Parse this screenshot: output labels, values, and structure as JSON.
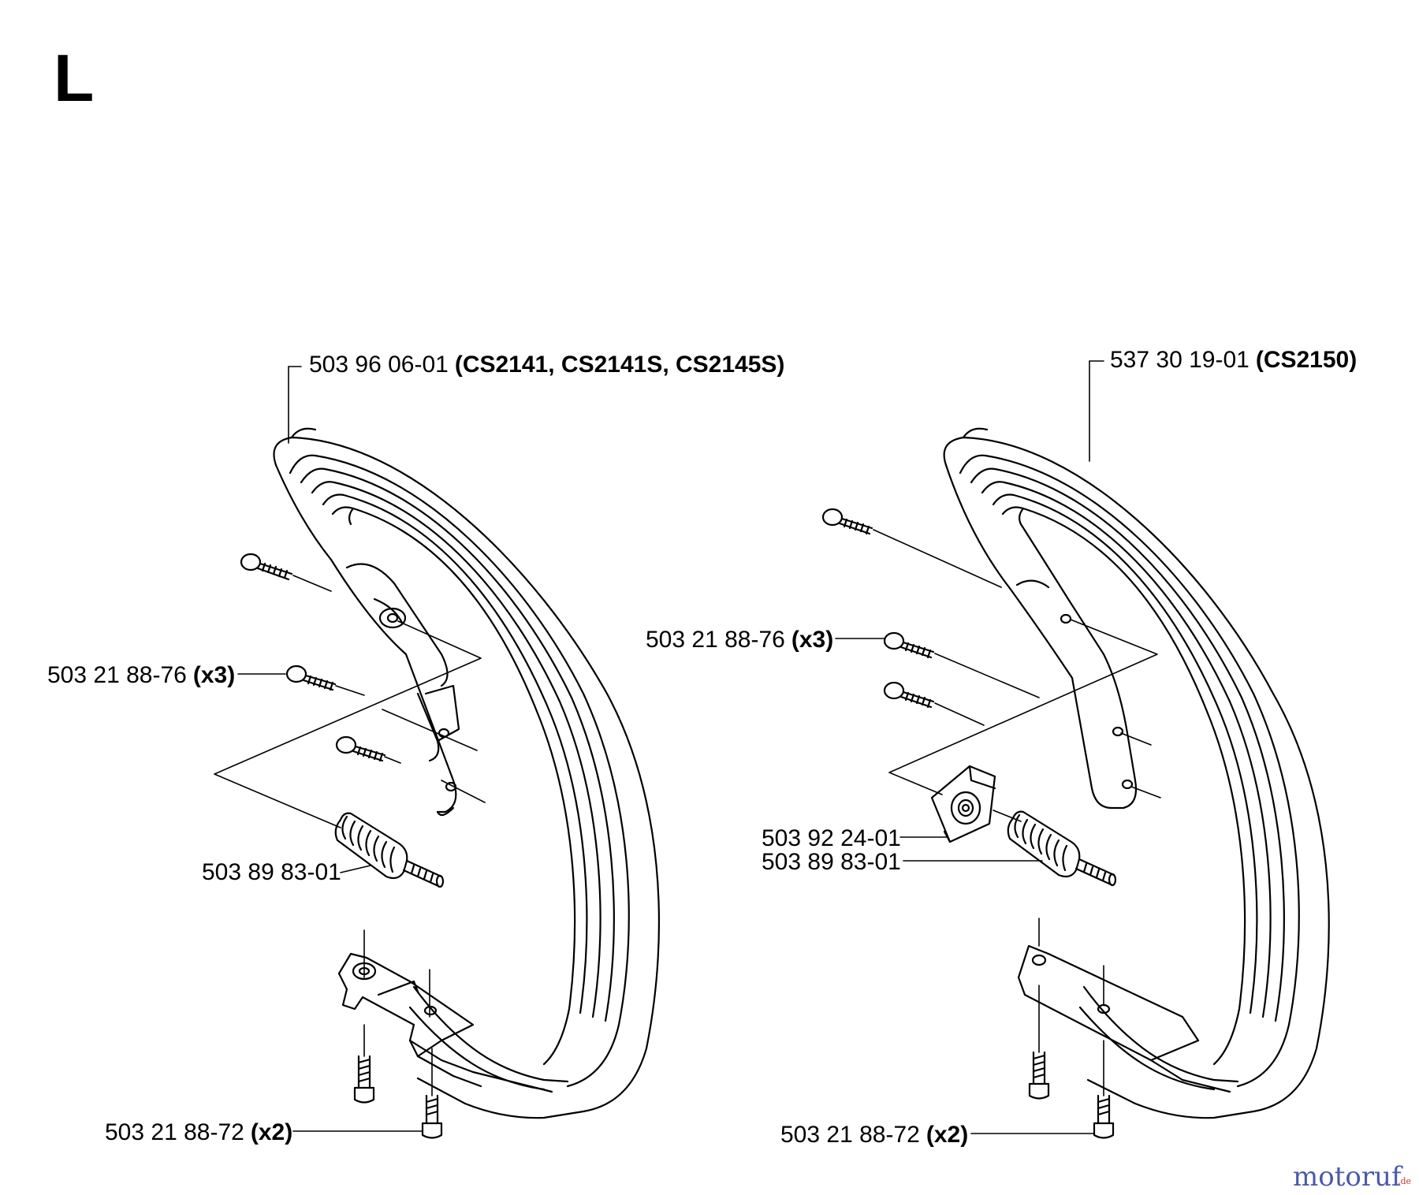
{
  "section_letter": "L",
  "labels": {
    "left_handle": {
      "part": "503 96 06-01",
      "note": "(CS2141, CS2141S, CS2145S)"
    },
    "left_screw_top": {
      "part": "503 21 88-76",
      "note": "(x3)"
    },
    "left_buffer": {
      "part": "503 89 83-01"
    },
    "left_screw_bottom": {
      "part": "503 21 88-72",
      "note": "(x2)"
    },
    "right_handle": {
      "part": "537 30 19-01",
      "note": "(CS2150)"
    },
    "right_screw_top": {
      "part": "503 21 88-76",
      "note": "(x3)"
    },
    "right_bracket": {
      "part": "503 92 24-01"
    },
    "right_buffer": {
      "part": "503 89 83-01"
    },
    "right_screw_bottom": {
      "part": "503 21 88-72",
      "note": "(x2)"
    }
  },
  "watermark": {
    "brand": "motoruf",
    "suffix": ".de",
    "brand_color": "#4a5aa8",
    "accent_color": "#c0392b"
  }
}
